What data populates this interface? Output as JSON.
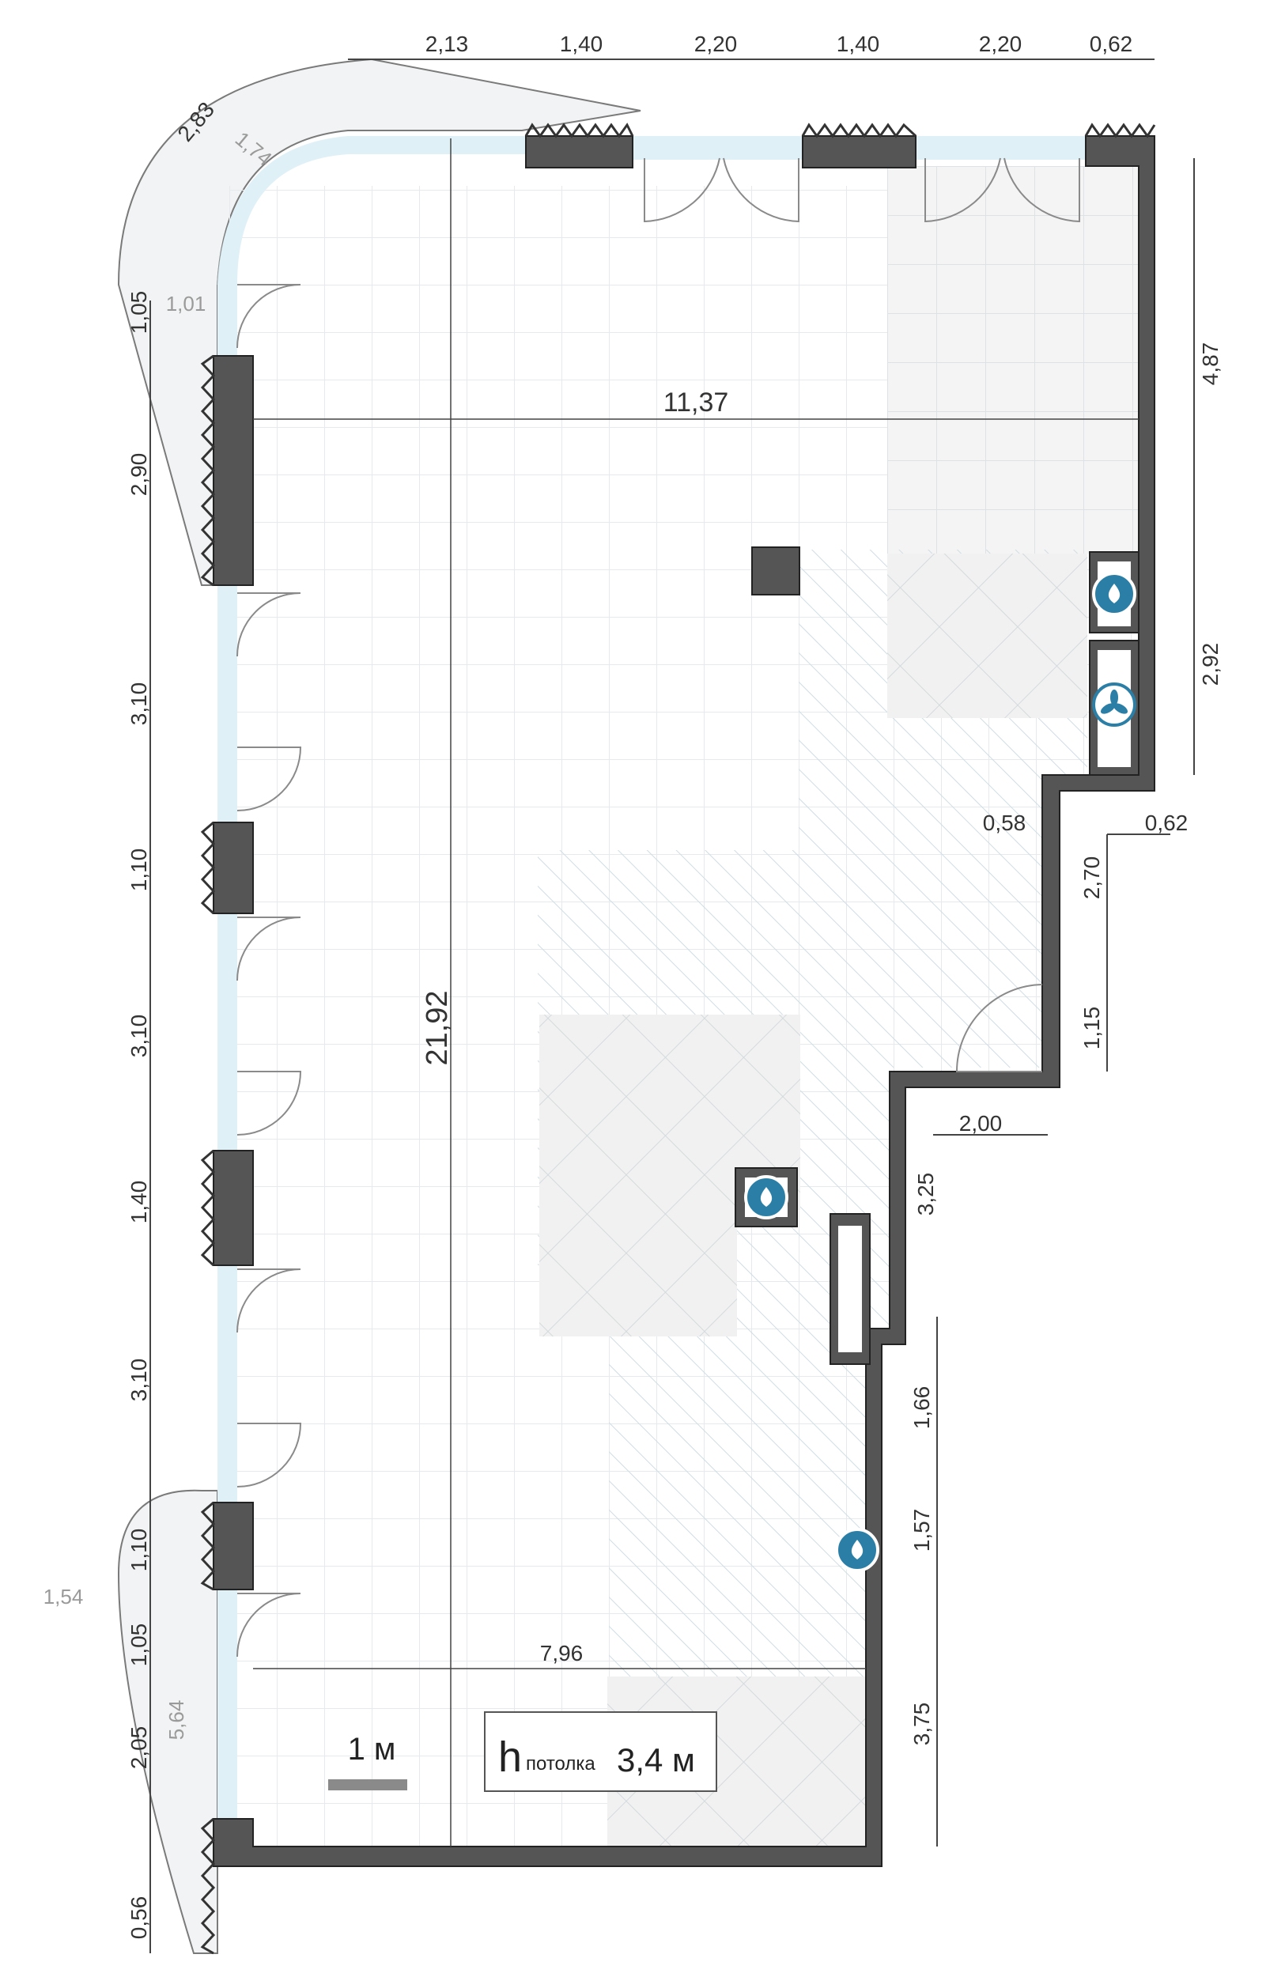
{
  "colors": {
    "wall": "#555555",
    "wall_outline": "#222222",
    "window_glass": "#dff0f7",
    "grid": "#e6eaed",
    "tile": "#f1f1f1",
    "hatch": "#cfdde3",
    "icon": "#2b7fa6"
  },
  "top_dims": [
    "2,13",
    "1,40",
    "2,20",
    "1,40",
    "2,20",
    "0,62"
  ],
  "right_dims": [
    "4,87",
    "2,92",
    "0,58",
    "0,62",
    "2,70",
    "1,15",
    "2,00",
    "3,25",
    "1,66",
    "1,57",
    "3,75"
  ],
  "left_dims": [
    "1,05",
    "2,90",
    "3,10",
    "1,10",
    "3,10",
    "1,40",
    "3,10",
    "1,10",
    "1,05",
    "2,05",
    "0,56"
  ],
  "terrace_dims": {
    "outer": "2,83",
    "inner": "1,74",
    "side": "1,01",
    "bottom_outer": "1,54",
    "bottom_inner": "5,64"
  },
  "overall": {
    "width": "11,37",
    "length": "21,92",
    "bottom_width": "7,96"
  },
  "scale": {
    "label": "1 м"
  },
  "ceiling": {
    "h": "h",
    "label": "потолка",
    "value": "3,4 м"
  },
  "icons": [
    "water-drop-icon",
    "fan-icon",
    "water-drop-icon",
    "water-drop-icon"
  ]
}
